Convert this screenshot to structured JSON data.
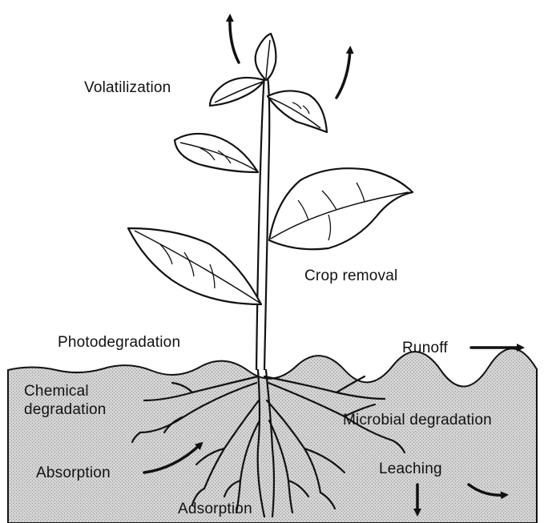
{
  "labels": {
    "volatilization": "Volatilization",
    "crop_removal": "Crop removal",
    "photodegradation": "Photodegradation",
    "runoff": "Runoff",
    "chemical_line1": "Chemical",
    "chemical_line2": "degradation",
    "microbial": "Microbial degradation",
    "absorption": "Absorption",
    "leaching": "Leaching",
    "adsorption": "Adsorption"
  },
  "colors": {
    "ink": "#111111",
    "soil": "#d2d2d2",
    "background": "#ffffff"
  }
}
